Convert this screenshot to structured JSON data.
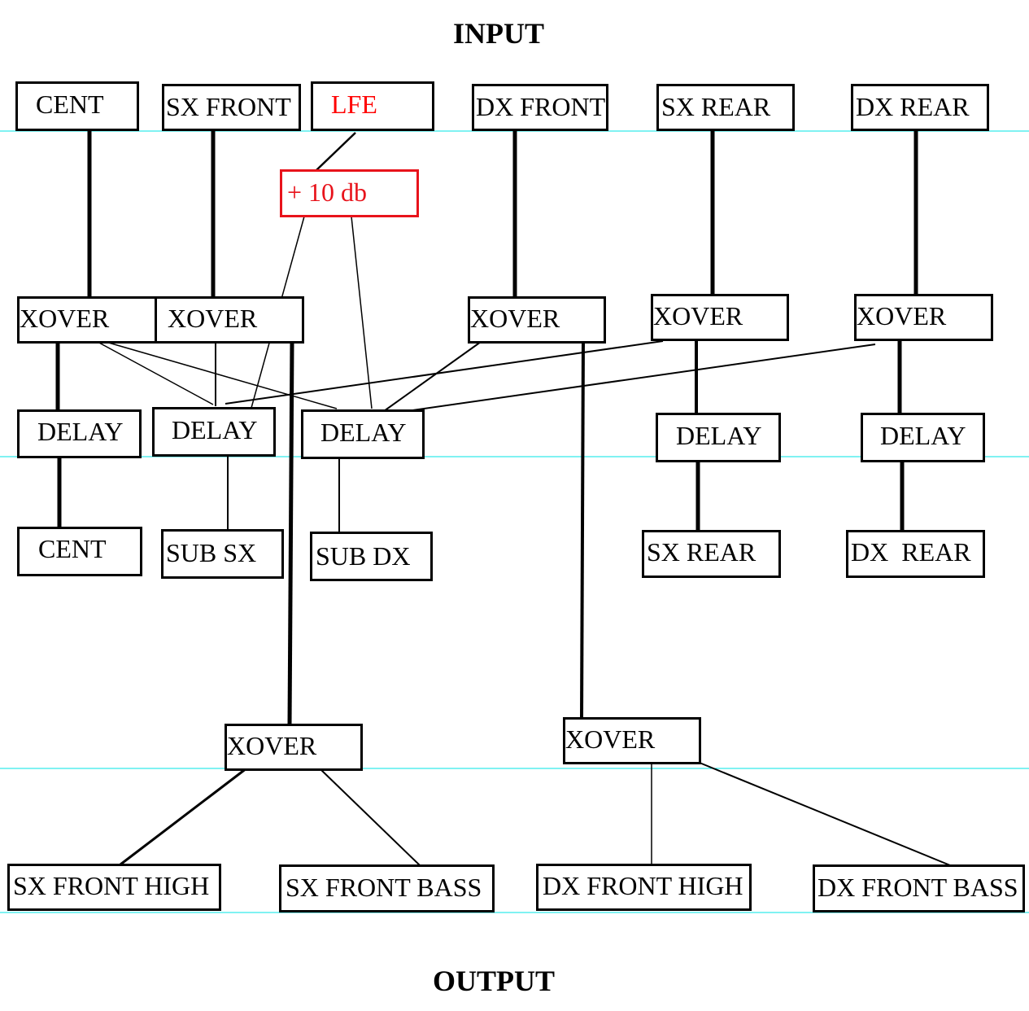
{
  "titles": {
    "input": "INPUT",
    "output": "OUTPUT"
  },
  "colors": {
    "guide_line": "#00e5e5",
    "box_border": "#000000",
    "lfe_text": "#ff0000",
    "gain_box": "#e8131b"
  },
  "inputs": [
    {
      "id": "in-cent",
      "label": "CENT"
    },
    {
      "id": "in-sx-front",
      "label": "SX FRONT"
    },
    {
      "id": "in-lfe",
      "label": "LFE"
    },
    {
      "id": "in-dx-front",
      "label": "DX FRONT"
    },
    {
      "id": "in-sx-rear",
      "label": "SX REAR"
    },
    {
      "id": "in-dx-rear",
      "label": "DX REAR"
    }
  ],
  "gain": {
    "label": "+ 10 db"
  },
  "xovers_stage1": [
    {
      "id": "xo-cent",
      "label": "XOVER"
    },
    {
      "id": "xo-sx-front",
      "label": "XOVER"
    },
    {
      "id": "xo-dx-front",
      "label": "XOVER"
    },
    {
      "id": "xo-sx-rear",
      "label": "XOVER"
    },
    {
      "id": "xo-dx-rear",
      "label": "XOVER"
    }
  ],
  "delays": [
    {
      "id": "dl-cent",
      "label": "DELAY"
    },
    {
      "id": "dl-sub-sx",
      "label": "DELAY"
    },
    {
      "id": "dl-sub-dx",
      "label": "DELAY"
    },
    {
      "id": "dl-sx-rear",
      "label": "DELAY"
    },
    {
      "id": "dl-dx-rear",
      "label": "DELAY"
    }
  ],
  "outputs_mid": [
    {
      "id": "out-cent",
      "label": "CENT"
    },
    {
      "id": "out-sub-sx",
      "label": "SUB SX"
    },
    {
      "id": "out-sub-dx",
      "label": "SUB DX"
    },
    {
      "id": "out-sx-rear",
      "label": "SX REAR"
    },
    {
      "id": "out-dx-rear",
      "label": "DX  REAR"
    }
  ],
  "xovers_stage2": [
    {
      "id": "xo2-sx-front",
      "label": "XOVER"
    },
    {
      "id": "xo2-dx-front",
      "label": "XOVER"
    }
  ],
  "outputs_front": [
    {
      "id": "out-sx-front-high",
      "label": "SX FRONT HIGH"
    },
    {
      "id": "out-sx-front-bass",
      "label": "SX FRONT BASS"
    },
    {
      "id": "out-dx-front-high",
      "label": "DX FRONT HIGH"
    },
    {
      "id": "out-dx-front-bass",
      "label": "DX FRONT BASS"
    }
  ],
  "connections": [
    {
      "from": "in-cent",
      "to": "xo-cent",
      "weight": "thick"
    },
    {
      "from": "in-sx-front",
      "to": "xo-sx-front",
      "weight": "thick"
    },
    {
      "from": "in-lfe",
      "to": "gain",
      "weight": "medium"
    },
    {
      "from": "in-dx-front",
      "to": "xo-dx-front",
      "weight": "thick"
    },
    {
      "from": "in-sx-rear",
      "to": "xo-sx-rear",
      "weight": "thick"
    },
    {
      "from": "in-dx-rear",
      "to": "xo-dx-rear",
      "weight": "thick"
    },
    {
      "from": "gain",
      "to": "dl-sub-sx",
      "weight": "thin"
    },
    {
      "from": "gain",
      "to": "dl-sub-dx",
      "weight": "thin"
    },
    {
      "from": "xo-cent",
      "to": "dl-cent",
      "weight": "thick"
    },
    {
      "from": "xo-cent",
      "to": "dl-sub-sx",
      "weight": "thin"
    },
    {
      "from": "xo-cent",
      "to": "dl-sub-dx",
      "weight": "thin"
    },
    {
      "from": "xo-sx-front",
      "to": "dl-sub-sx",
      "weight": "thin"
    },
    {
      "from": "xo-sx-front",
      "to": "xo2-sx-front",
      "weight": "thick"
    },
    {
      "from": "xo-dx-front",
      "to": "dl-sub-dx",
      "weight": "thin"
    },
    {
      "from": "xo-dx-front",
      "to": "xo2-dx-front",
      "weight": "thick"
    },
    {
      "from": "xo-sx-rear",
      "to": "dl-sub-sx",
      "weight": "thin"
    },
    {
      "from": "xo-sx-rear",
      "to": "dl-sx-rear",
      "weight": "thick"
    },
    {
      "from": "xo-dx-rear",
      "to": "dl-sub-dx",
      "weight": "thin"
    },
    {
      "from": "xo-dx-rear",
      "to": "dl-dx-rear",
      "weight": "thick"
    },
    {
      "from": "dl-cent",
      "to": "out-cent",
      "weight": "thick"
    },
    {
      "from": "dl-sub-sx",
      "to": "out-sub-sx",
      "weight": "thin"
    },
    {
      "from": "dl-sub-dx",
      "to": "out-sub-dx",
      "weight": "thin"
    },
    {
      "from": "dl-sx-rear",
      "to": "out-sx-rear",
      "weight": "thick"
    },
    {
      "from": "dl-dx-rear",
      "to": "out-dx-rear",
      "weight": "thick"
    },
    {
      "from": "xo2-sx-front",
      "to": "out-sx-front-high",
      "weight": "medium"
    },
    {
      "from": "xo2-sx-front",
      "to": "out-sx-front-bass",
      "weight": "medium"
    },
    {
      "from": "xo2-dx-front",
      "to": "out-dx-front-high",
      "weight": "thin"
    },
    {
      "from": "xo2-dx-front",
      "to": "out-dx-front-bass",
      "weight": "medium"
    }
  ]
}
